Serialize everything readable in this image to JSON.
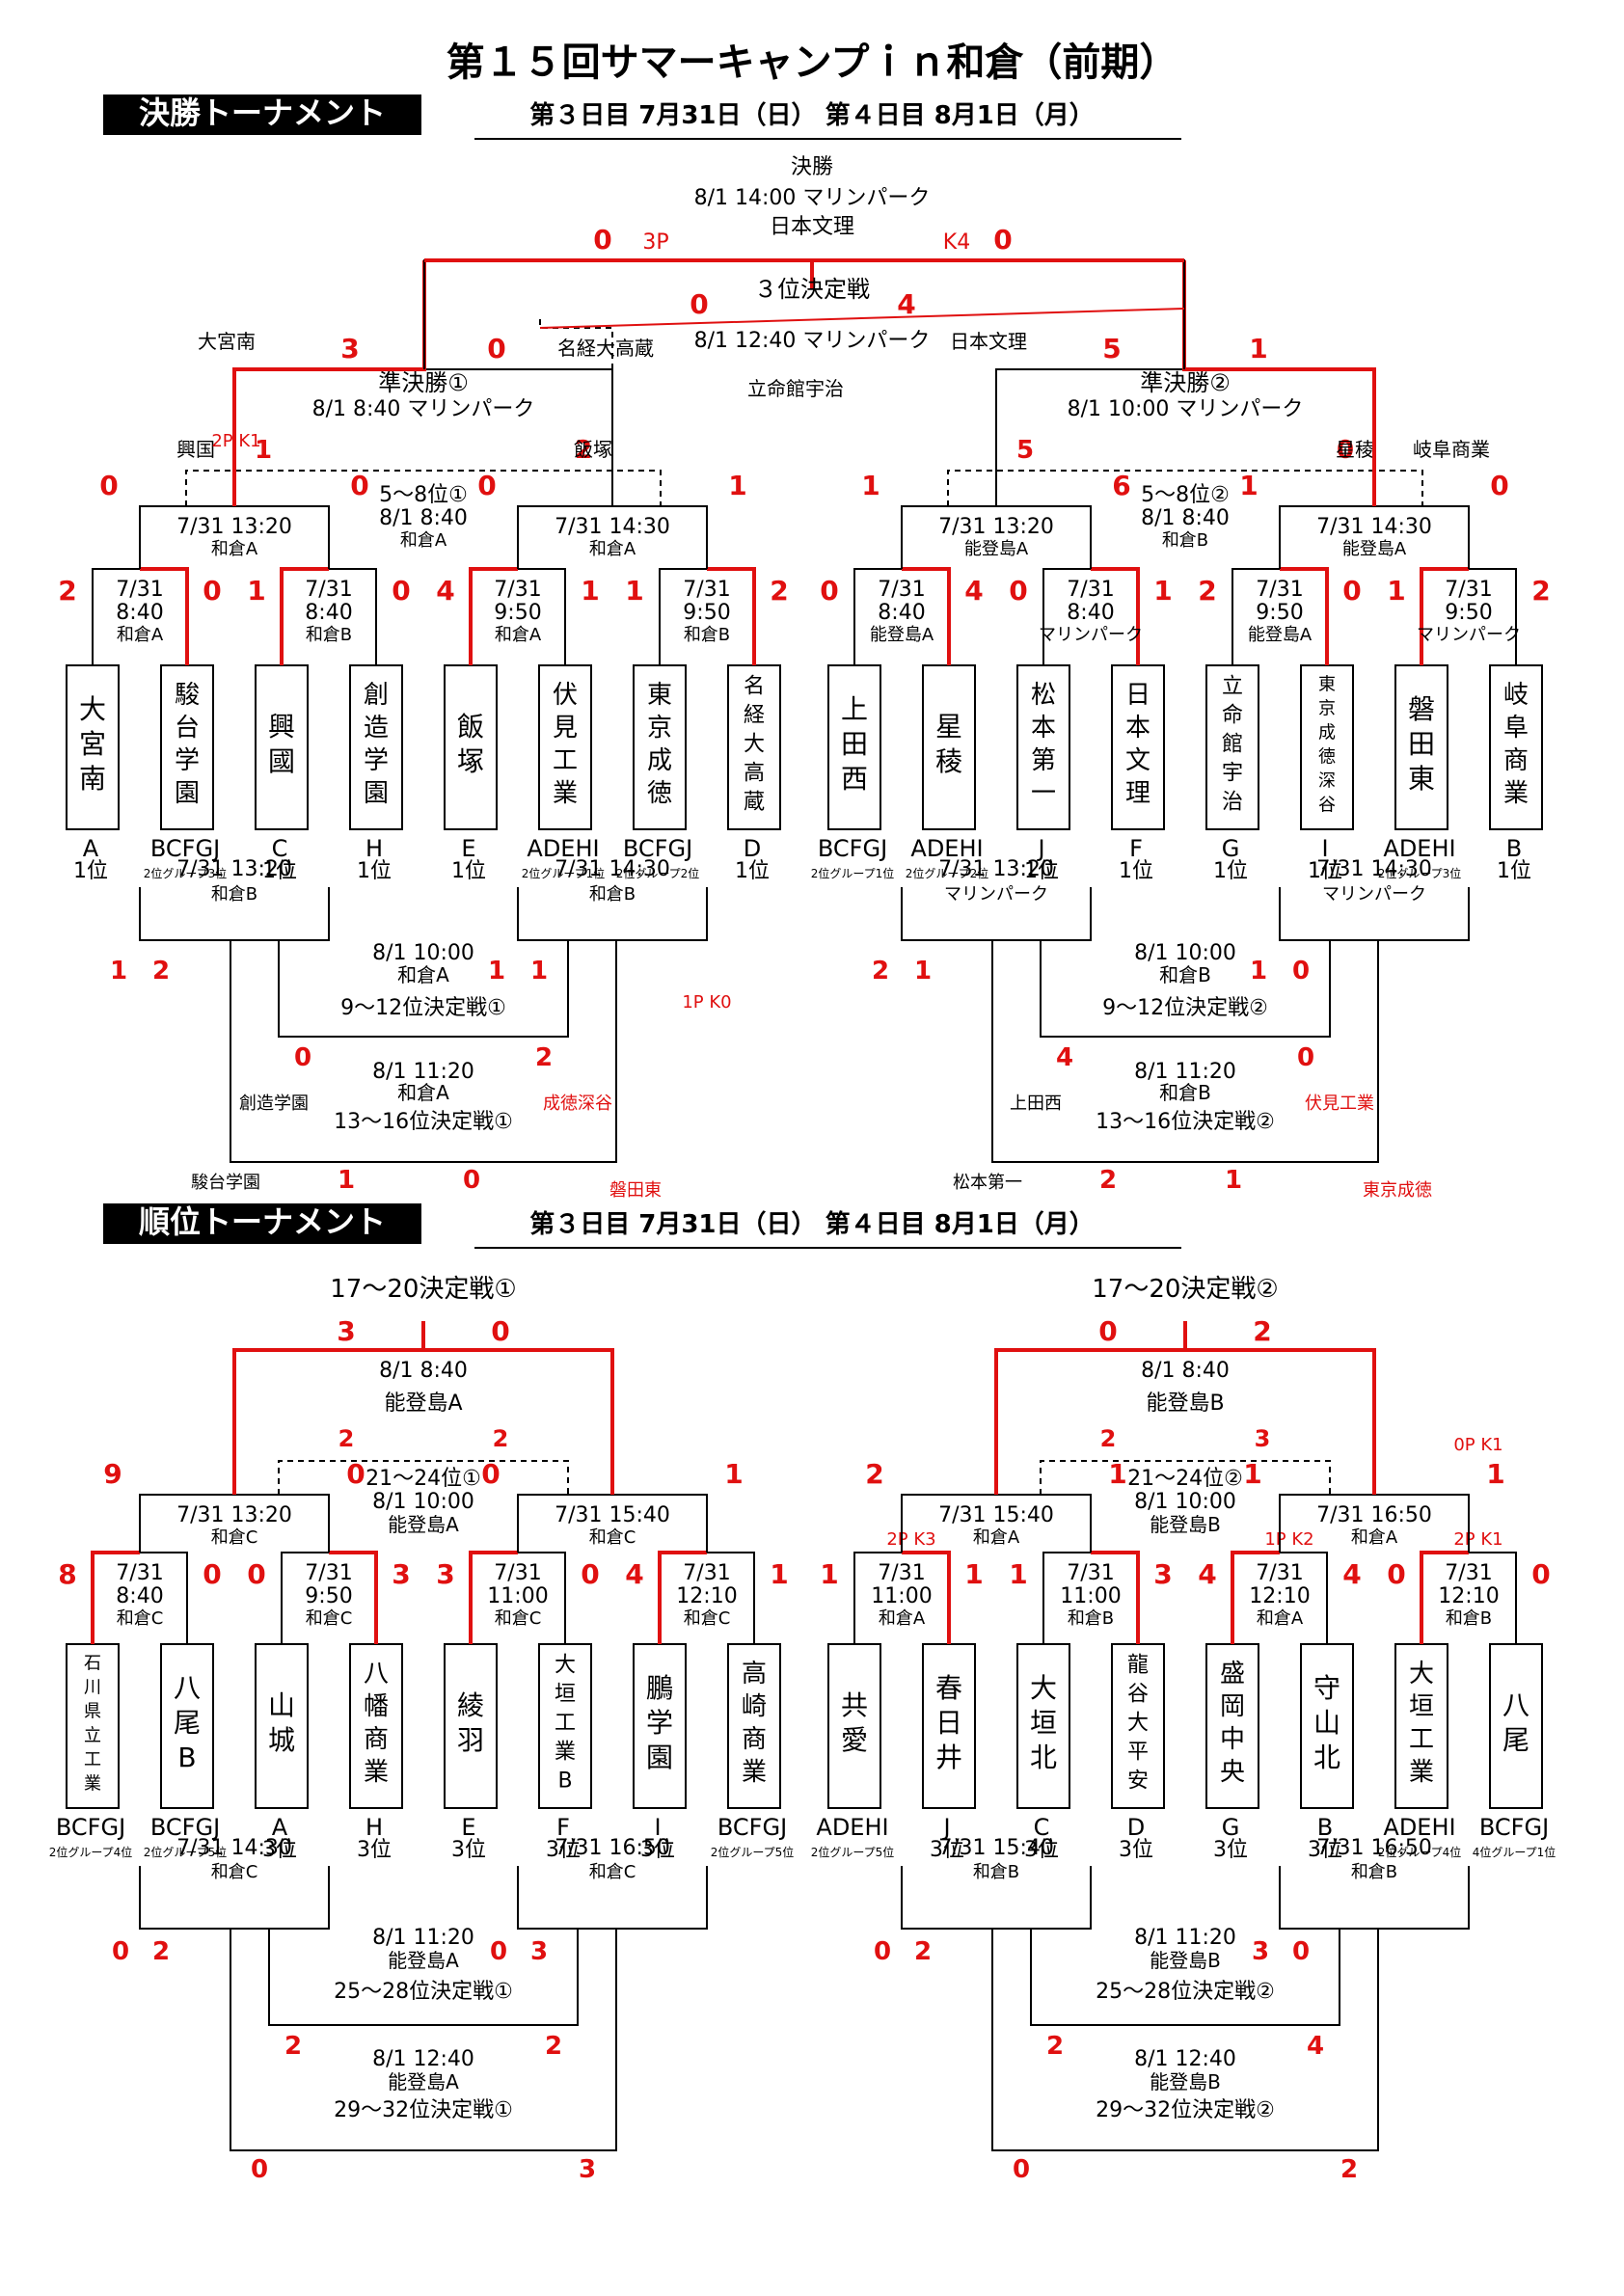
{
  "title": "第１５回サマーキャンプｉｎ和倉（前期）",
  "colors": {
    "winner": "#e01010",
    "line": "#000000",
    "score": "#e01010",
    "band_bg": "#000000",
    "band_fg": "#ffffff"
  },
  "sections": [
    {
      "band": "決勝トーナメント",
      "dates": "第３日目  7月31日（日）     第４日目  8月1日（月）",
      "teams": [
        {
          "name": "大宮南",
          "seed": "A",
          "rank": "1位"
        },
        {
          "name": "駿台学園",
          "seed": "BCFGJ",
          "rank": "2位グループ3位"
        },
        {
          "name": "興國",
          "seed": "C",
          "rank": "1位"
        },
        {
          "name": "創造学園",
          "seed": "H",
          "rank": "1位"
        },
        {
          "name": "飯塚",
          "seed": "E",
          "rank": "1位"
        },
        {
          "name": "伏見工業",
          "seed": "ADEHI",
          "rank": "2位グループ1位"
        },
        {
          "name": "東京成徳",
          "seed": "BCFGJ",
          "rank": "2位グループ2位"
        },
        {
          "name": "名経大高蔵",
          "seed": "D",
          "rank": "1位"
        },
        {
          "name": "上田西",
          "seed": "BCFGJ",
          "rank": "2位グループ1位"
        },
        {
          "name": "星稜",
          "seed": "ADEHI",
          "rank": "2位グループ2位"
        },
        {
          "name": "松本第一",
          "seed": "J",
          "rank": "1位"
        },
        {
          "name": "日本文理",
          "seed": "F",
          "rank": "1位"
        },
        {
          "name": "立命館宇治",
          "seed": "G",
          "rank": "1位"
        },
        {
          "name": "東京成徳深谷",
          "seed": "I",
          "rank": "1位"
        },
        {
          "name": "磐田東",
          "seed": "ADEHI",
          "rank": "2位グループ3位"
        },
        {
          "name": "岐阜商業",
          "seed": "B",
          "rank": "1位"
        }
      ],
      "r1": [
        {
          "time": "7/31",
          "t2": "8:40",
          "venue": "和倉A",
          "s": [
            "2",
            "0"
          ]
        },
        {
          "time": "7/31",
          "t2": "8:40",
          "venue": "和倉B",
          "s": [
            "1",
            "0"
          ]
        },
        {
          "time": "7/31",
          "t2": "9:50",
          "venue": "和倉A",
          "s": [
            "4",
            "1"
          ]
        },
        {
          "time": "7/31",
          "t2": "9:50",
          "venue": "和倉B",
          "s": [
            "1",
            "2"
          ]
        },
        {
          "time": "7/31",
          "t2": "8:40",
          "venue": "能登島A",
          "s": [
            "0",
            "4"
          ]
        },
        {
          "time": "7/31",
          "t2": "8:40",
          "venue": "マリンパーク",
          "s": [
            "0",
            "1"
          ]
        },
        {
          "time": "7/31",
          "t2": "9:50",
          "venue": "能登島A",
          "s": [
            "2",
            "0"
          ]
        },
        {
          "time": "7/31",
          "t2": "9:50",
          "venue": "マリンパーク",
          "s": [
            "1",
            "2"
          ]
        }
      ],
      "qf": [
        {
          "time": "7/31 13:20",
          "venue": "和倉A",
          "s": [
            "0",
            "0"
          ]
        },
        {
          "time": "7/31 14:30",
          "venue": "和倉A",
          "s": [
            "0",
            "1"
          ]
        },
        {
          "time": "7/31 13:20",
          "venue": "能登島A",
          "s": [
            "1",
            "6"
          ]
        },
        {
          "time": "7/31 14:30",
          "venue": "能登島A",
          "s": [
            "1",
            "0"
          ]
        }
      ],
      "sf": [
        {
          "name": "準決勝①",
          "time": "8/1 8:40 マリンパーク",
          "s": [
            "3",
            "0"
          ],
          "l": "大宮南",
          "pk": "2P K1"
        },
        {
          "name": "準決勝②",
          "time": "8/1 10:00 マリンパーク",
          "s": [
            "5",
            "1"
          ],
          "l": "日本文理"
        }
      ],
      "final": {
        "name": "決勝",
        "time": "8/1 14:00 マリンパーク",
        "winner": "日本文理",
        "s": [
          "0",
          "0"
        ],
        "pk": [
          "3P",
          "K4"
        ]
      },
      "third": {
        "name": "３位決定戦",
        "time": "8/1 12:40 マリンパーク",
        "s": [
          "0",
          "4"
        ],
        "l": "名経大高蔵",
        "r": "立命館宇治"
      },
      "p58": [
        {
          "name": "5～8位①",
          "time": "8/1 8:40",
          "venue": "和倉A",
          "l": "興国",
          "r": "飯塚",
          "s": [
            "1",
            "2"
          ]
        },
        {
          "name": "5～8位②",
          "time": "8/1 8:40",
          "venue": "和倉B",
          "l": "",
          "r": "星稜",
          "r2": "岐阜商業",
          "s": [
            "5",
            "0"
          ]
        }
      ],
      "lq": [
        {
          "time": "7/31 13:20",
          "venue": "和倉B",
          "s": [
            "1",
            "2"
          ]
        },
        {
          "time": "7/31 14:30",
          "venue": "和倉B",
          "s": [
            "1",
            "1"
          ],
          "pk": "1P K0"
        },
        {
          "time": "7/31 13:20",
          "venue": "マリンパーク",
          "s": [
            "2",
            "1"
          ]
        },
        {
          "time": "7/31 14:30",
          "venue": "マリンパーク",
          "s": [
            "1",
            "0"
          ]
        }
      ],
      "p912": [
        {
          "name": "9～12位決定戦①",
          "time": "8/1 10:00",
          "venue": "和倉A",
          "s": [
            "0",
            "2"
          ]
        },
        {
          "name": "9～12位決定戦②",
          "time": "8/1 10:00",
          "venue": "和倉B",
          "s": [
            "4",
            "0"
          ]
        }
      ],
      "p1316": [
        {
          "name": "13～16位決定戦①",
          "time": "8/1 11:20",
          "venue": "和倉A",
          "s": [
            "1",
            "0"
          ],
          "l": "創造学園",
          "r": "成徳深谷",
          "bl": "駿台学園",
          "br": "磐田東"
        },
        {
          "name": "13～16位決定戦②",
          "time": "8/1 11:20",
          "venue": "和倉B",
          "s": [
            "2",
            "1"
          ],
          "l": "上田西",
          "r": "伏見工業",
          "bl": "松本第一",
          "br": "東京成徳"
        }
      ]
    },
    {
      "band": "順位トーナメント",
      "dates": "第３日目  7月31日（日）     第４日目  8月1日（月）",
      "teams": [
        {
          "name": "石川県立工業",
          "seed": "BCFGJ",
          "rank": "2位グループ4位"
        },
        {
          "name": "八尾B",
          "seed": "BCFGJ",
          "rank": "2位グループ5位"
        },
        {
          "name": "山城",
          "seed": "A",
          "rank": "3位"
        },
        {
          "name": "八幡商業",
          "seed": "H",
          "rank": "3位"
        },
        {
          "name": "綾羽",
          "seed": "E",
          "rank": "3位"
        },
        {
          "name": "大垣工業B",
          "seed": "F",
          "rank": "3位"
        },
        {
          "name": "鵬学園",
          "seed": "I",
          "rank": "3位"
        },
        {
          "name": "高崎商業",
          "seed": "BCFGJ",
          "rank": "2位グループ5位"
        },
        {
          "name": "共愛",
          "seed": "ADEHI",
          "rank": "2位グループ5位"
        },
        {
          "name": "春日井",
          "seed": "J",
          "rank": "3位"
        },
        {
          "name": "大垣北",
          "seed": "C",
          "rank": "3位"
        },
        {
          "name": "龍谷大平安",
          "seed": "D",
          "rank": "3位"
        },
        {
          "name": "盛岡中央",
          "seed": "G",
          "rank": "3位"
        },
        {
          "name": "守山北",
          "seed": "B",
          "rank": "3位"
        },
        {
          "name": "大垣工業",
          "seed": "ADEHI",
          "rank": "2位グループ4位"
        },
        {
          "name": "八尾",
          "seed": "BCFGJ",
          "rank": "4位グループ1位"
        }
      ],
      "r1": [
        {
          "time": "7/31",
          "t2": "8:40",
          "venue": "和倉C",
          "s": [
            "8",
            "0"
          ]
        },
        {
          "time": "7/31",
          "t2": "9:50",
          "venue": "和倉C",
          "s": [
            "0",
            "3"
          ]
        },
        {
          "time": "7/31",
          "t2": "11:00",
          "venue": "和倉C",
          "s": [
            "3",
            "0"
          ]
        },
        {
          "time": "7/31",
          "t2": "12:10",
          "venue": "和倉C",
          "s": [
            "4",
            "1"
          ]
        },
        {
          "time": "7/31",
          "t2": "11:00",
          "venue": "和倉A",
          "s": [
            "1",
            "1"
          ],
          "pk": "2P K3"
        },
        {
          "time": "7/31",
          "t2": "11:00",
          "venue": "和倉B",
          "s": [
            "1",
            "3"
          ]
        },
        {
          "time": "7/31",
          "t2": "12:10",
          "venue": "和倉A",
          "s": [
            "4",
            "4"
          ],
          "pk": "1P K2"
        },
        {
          "time": "7/31",
          "t2": "12:10",
          "venue": "和倉B",
          "s": [
            "0",
            "0"
          ],
          "pk": "2P K1"
        }
      ],
      "qf": [
        {
          "time": "7/31 13:20",
          "venue": "和倉C",
          "s": [
            "9",
            "0"
          ]
        },
        {
          "time": "7/31 15:40",
          "venue": "和倉C",
          "s": [
            "0",
            "1"
          ]
        },
        {
          "time": "7/31 15:40",
          "venue": "和倉A",
          "s": [
            "2",
            "1"
          ]
        },
        {
          "time": "7/31 16:50",
          "venue": "和倉A",
          "s": [
            "1",
            "1"
          ],
          "pk": "0P K1"
        }
      ],
      "sf": [
        {
          "name": "17～20決定戦①",
          "time": "8/1 8:40",
          "venue": "能登島A",
          "s": [
            "3",
            "0"
          ]
        },
        {
          "name": "17～20決定戦②",
          "time": "8/1 8:40",
          "venue": "能登島B",
          "s": [
            "0",
            "2"
          ]
        }
      ],
      "p2124": [
        {
          "name": "21～24位①",
          "time": "8/1 10:00",
          "venue": "能登島A",
          "s": [
            "2",
            "2"
          ]
        },
        {
          "name": "21～24位②",
          "time": "8/1 10:00",
          "venue": "能登島B",
          "s": [
            "2",
            "3"
          ]
        }
      ],
      "lq": [
        {
          "time": "7/31 14:30",
          "venue": "和倉C",
          "s": [
            "0",
            "2"
          ]
        },
        {
          "time": "7/31 16:50",
          "venue": "和倉C",
          "s": [
            "0",
            "3"
          ]
        },
        {
          "time": "7/31 15:40",
          "venue": "和倉B",
          "s": [
            "0",
            "2"
          ]
        },
        {
          "time": "7/31 16:50",
          "venue": "和倉B",
          "s": [
            "3",
            "0"
          ]
        }
      ],
      "p2528": [
        {
          "name": "25～28位決定戦①",
          "time": "8/1 11:20",
          "venue": "能登島A",
          "s": [
            "2",
            "2"
          ]
        },
        {
          "name": "25～28位決定戦②",
          "time": "8/1 11:20",
          "venue": "能登島B",
          "s": [
            "2",
            "4"
          ]
        }
      ],
      "p2932": [
        {
          "name": "29～32位決定戦①",
          "time": "8/1 12:40",
          "venue": "能登島A",
          "s": [
            "0",
            "3"
          ]
        },
        {
          "name": "29～32位決定戦②",
          "time": "8/1 12:40",
          "venue": "能登島B",
          "s": [
            "0",
            "2"
          ]
        }
      ]
    }
  ]
}
